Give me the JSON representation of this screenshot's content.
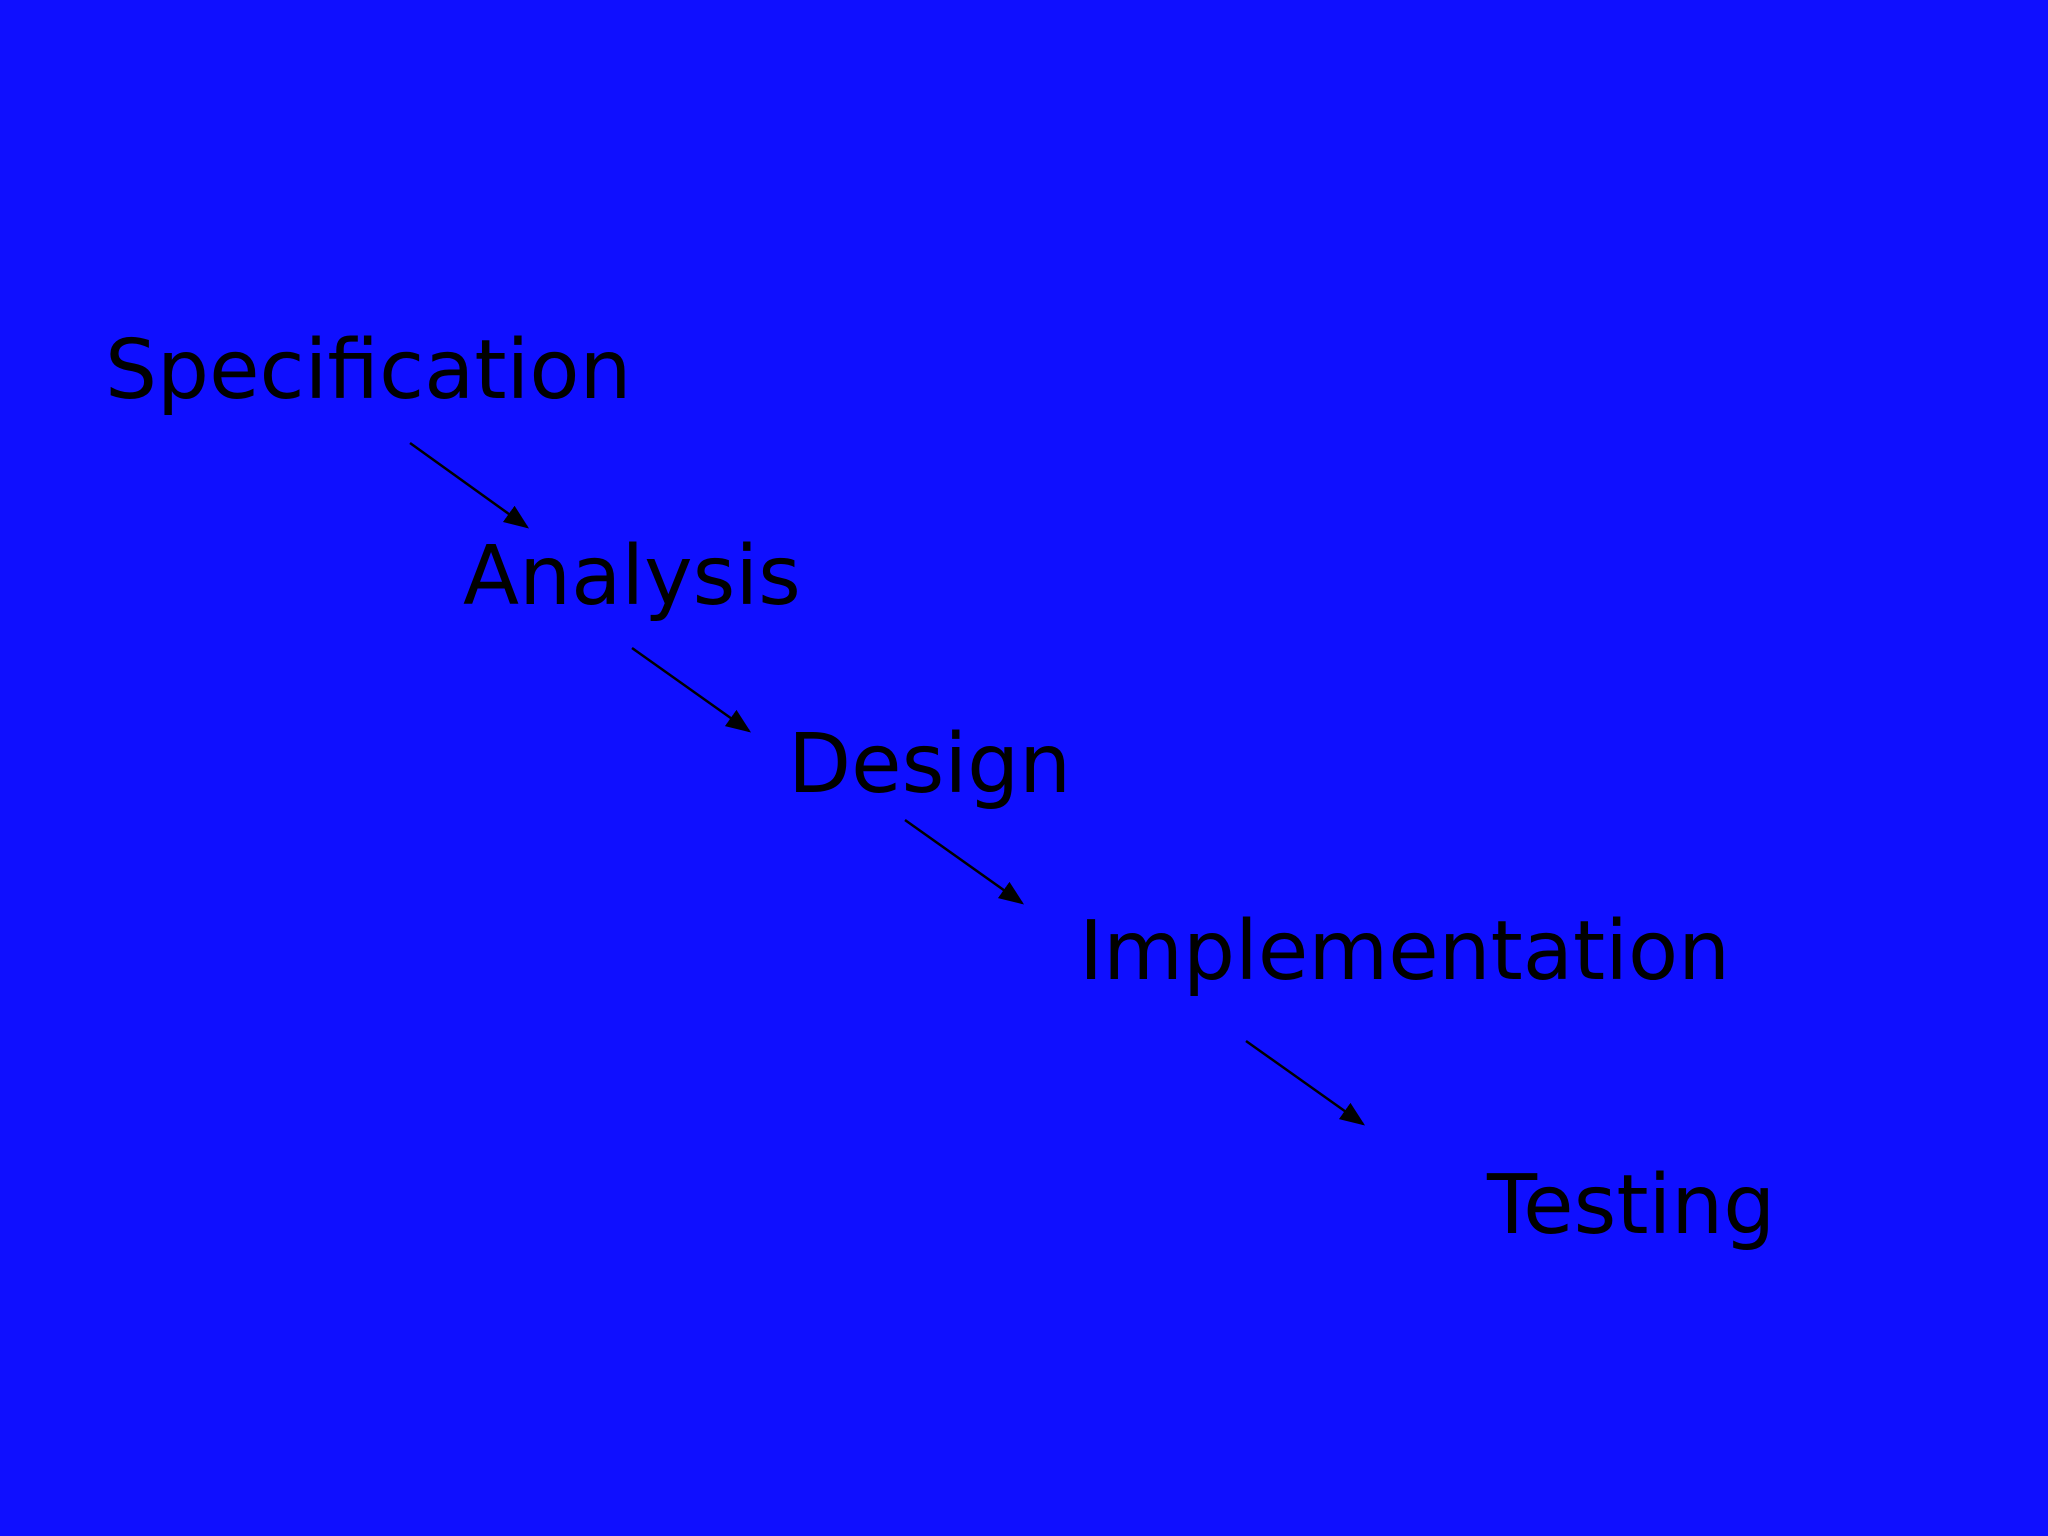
{
  "diagram": {
    "background_color": "#0f0fff",
    "text_color": "#000000",
    "stages": [
      {
        "id": "specification",
        "label": "Specification"
      },
      {
        "id": "analysis",
        "label": "Analysis"
      },
      {
        "id": "design",
        "label": "Design"
      },
      {
        "id": "implementation",
        "label": "Implementation"
      },
      {
        "id": "testing",
        "label": "Testing"
      }
    ],
    "edges": [
      {
        "from": "specification",
        "to": "analysis"
      },
      {
        "from": "analysis",
        "to": "design"
      },
      {
        "from": "design",
        "to": "implementation"
      },
      {
        "from": "implementation",
        "to": "testing"
      }
    ]
  }
}
